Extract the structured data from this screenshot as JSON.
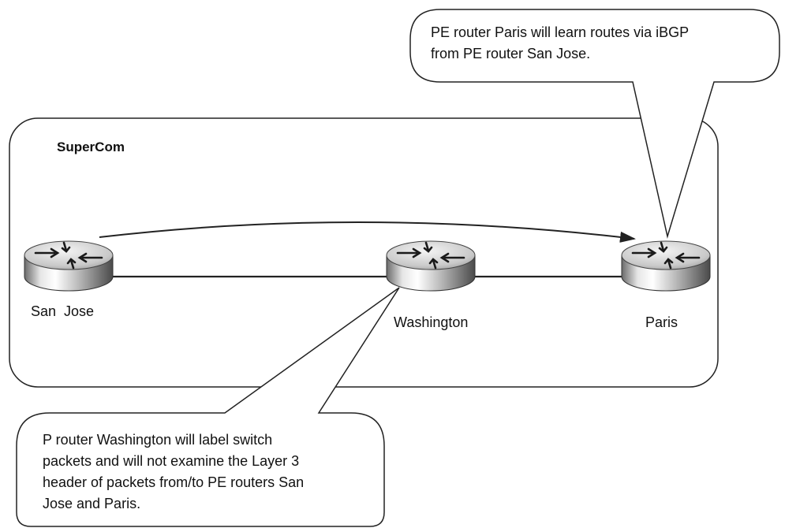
{
  "domain_label": "SuperCom",
  "routers": [
    {
      "id": "san-jose",
      "label": "San  Jose"
    },
    {
      "id": "washington",
      "label": "Washington"
    },
    {
      "id": "paris",
      "label": "Paris"
    }
  ],
  "links": [
    {
      "from": "san-jose",
      "to": "washington"
    },
    {
      "from": "washington",
      "to": "paris"
    }
  ],
  "ibgp_arrow": {
    "from": "san-jose",
    "to": "paris"
  },
  "callouts": {
    "paris": {
      "lines": [
        "PE router Paris will learn routes via iBGP",
        "from PE router San Jose."
      ],
      "points_to": "paris"
    },
    "washington": {
      "lines": [
        "P router Washington will label switch",
        "packets and will not examine the Layer 3",
        "header of packets from/to PE routers San",
        "Jose and Paris."
      ],
      "points_to": "washington"
    }
  },
  "colors": {
    "stroke": "#222222",
    "router_light": "#f2f2f2",
    "router_mid": "#b8b8b8",
    "router_dark": "#555555",
    "background": "#ffffff"
  }
}
